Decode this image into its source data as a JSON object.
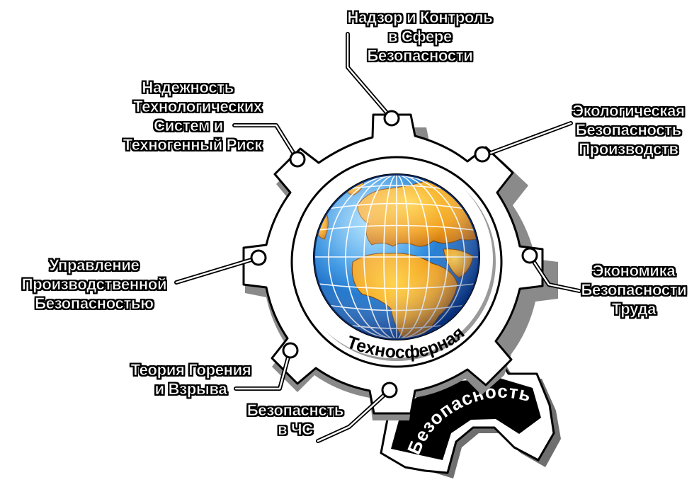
{
  "ring_word": "Техносферная",
  "small_gear_word": "Безопасность",
  "labels": {
    "nadzor": [
      "Надзор и Контроль",
      "в Сфере",
      "Безопасности"
    ],
    "nadezhnost": [
      "Надежность",
      "Технологических",
      "Систем и",
      "Техногенный Риск"
    ],
    "ekolog": [
      "Экологическая",
      "Безопасность",
      "Производств"
    ],
    "upravlenie": [
      "Управление",
      "Производственной",
      "Безопасностью"
    ],
    "ekonomika": [
      "Экономика",
      "Безопасности",
      "Труда"
    ],
    "teoria": [
      "Теория Горения",
      "и Взрыва"
    ],
    "chs": [
      "Безопаснсть",
      "в ЧС"
    ]
  }
}
